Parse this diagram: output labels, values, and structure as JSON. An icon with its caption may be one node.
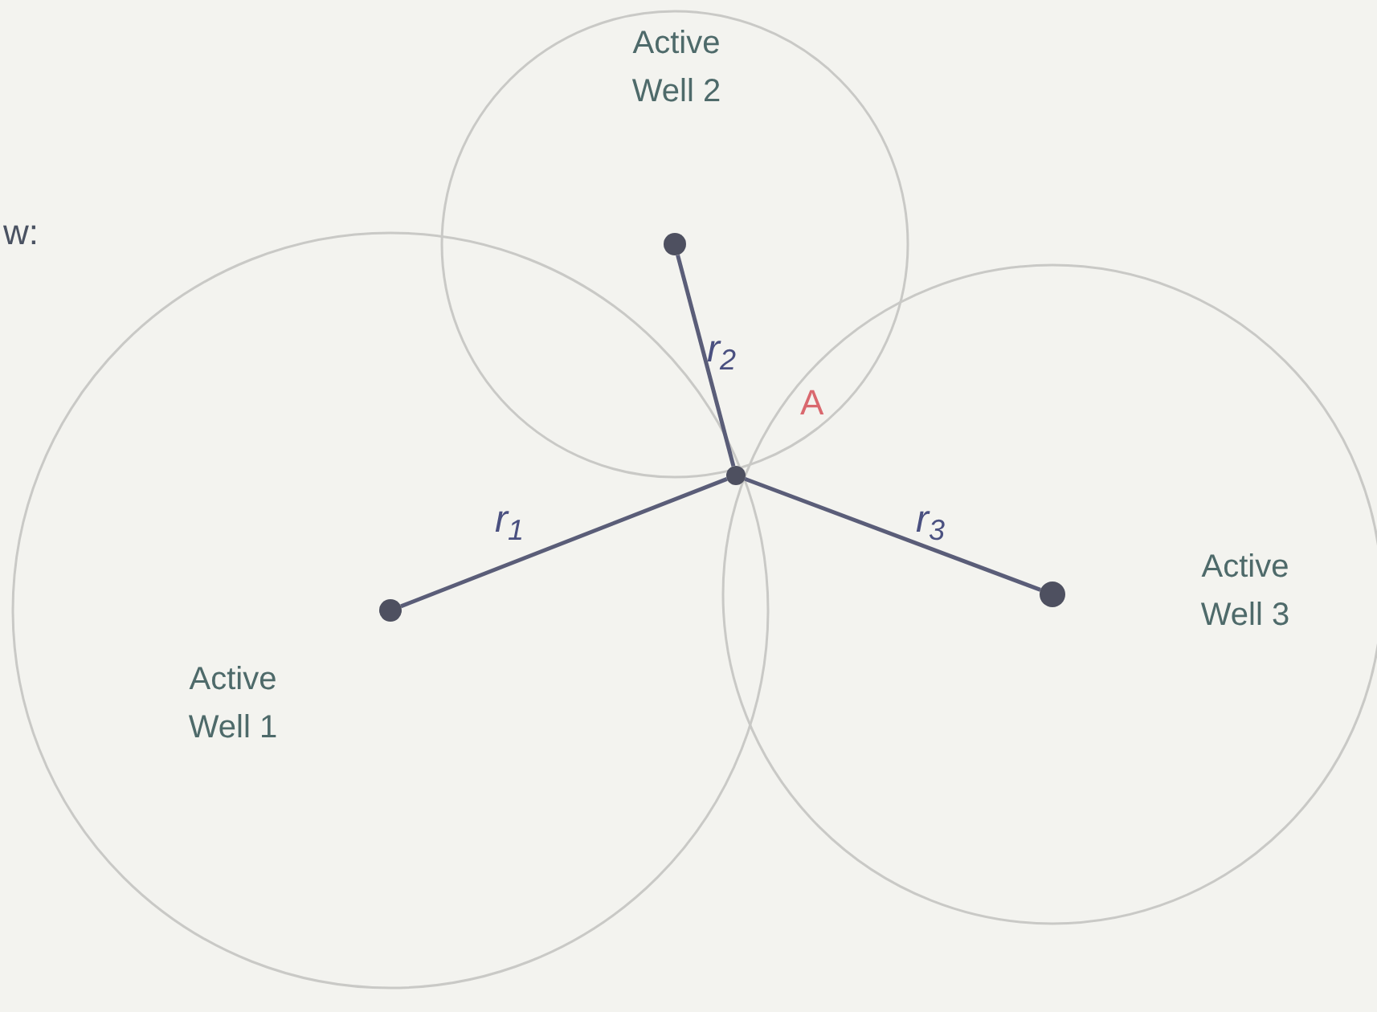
{
  "diagram": {
    "nodes": [
      {
        "text": [],
        "shape": "circle"
      },
      {
        "text": [],
        "shape": "circle"
      },
      {
        "text": [],
        "shape": "circle"
      },
      {
        "text": [],
        "shape": "circle"
      }
    ],
    "edges": [
      {
        "from": 3,
        "to": 0,
        "arrow": "none",
        "label": "r$_{1}$"
      },
      {
        "from": 3,
        "to": 1,
        "arrow": "none",
        "label": "r$_{2}$"
      },
      {
        "from": 3,
        "to": 2,
        "arrow": "none",
        "label": "r$_{3}$"
      }
    ],
    "labels": [
      "Active Well 2",
      "w:",
      "A",
      "Active Well 3",
      "Active Well 1"
    ]
  }
}
